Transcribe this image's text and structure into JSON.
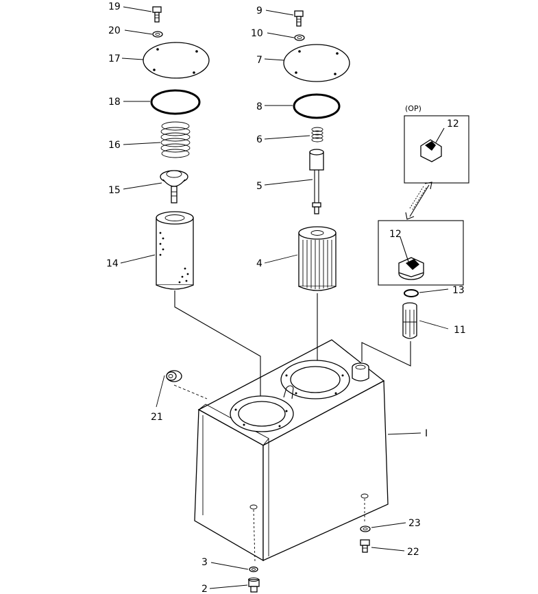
{
  "diagram": {
    "labels": {
      "p1": "I",
      "p2": "2",
      "p3": "3",
      "p4": "4",
      "p5": "5",
      "p6": "6",
      "p7": "7",
      "p8": "8",
      "p9": "9",
      "p10": "10",
      "p11": "11",
      "p12a": "12",
      "p12b": "12",
      "p13": "13",
      "p14": "14",
      "p15": "15",
      "p16": "16",
      "p17": "17",
      "p18": "18",
      "p19": "19",
      "p20": "20",
      "p21": "21",
      "p22": "22",
      "p23": "23"
    },
    "option_box_label": "(OP)"
  }
}
